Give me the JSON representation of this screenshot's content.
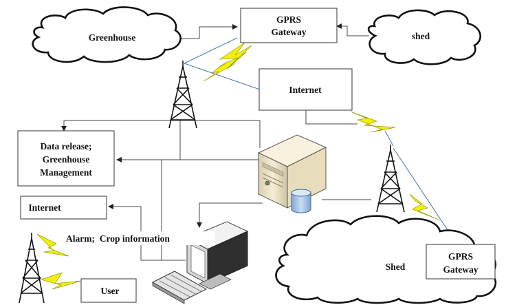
{
  "clouds": {
    "greenhouse": "Greenhouse",
    "shed_top": "shed",
    "shed_bottom": "Shed"
  },
  "boxes": {
    "gprs_top": [
      "GPRS",
      "Gateway"
    ],
    "internet_top": "Internet",
    "data_release": [
      "Data release;",
      "Greenhouse",
      "Management"
    ],
    "internet_left": "Internet",
    "user": "User",
    "gprs_bottom": [
      "GPRS",
      "Gateway"
    ]
  },
  "labels": {
    "alarm": "Alarm;  Crop information"
  },
  "colors": {
    "link_blue": "#4a7fb5",
    "wireless_bolt": "#f2f200",
    "server_body": "#efe6c8",
    "database": "#a9c8ea"
  },
  "icons": [
    "tower-icon",
    "server-icon",
    "database-icon",
    "monitor-icon",
    "keyboard-icon",
    "lightning-icon",
    "cloud-icon"
  ]
}
